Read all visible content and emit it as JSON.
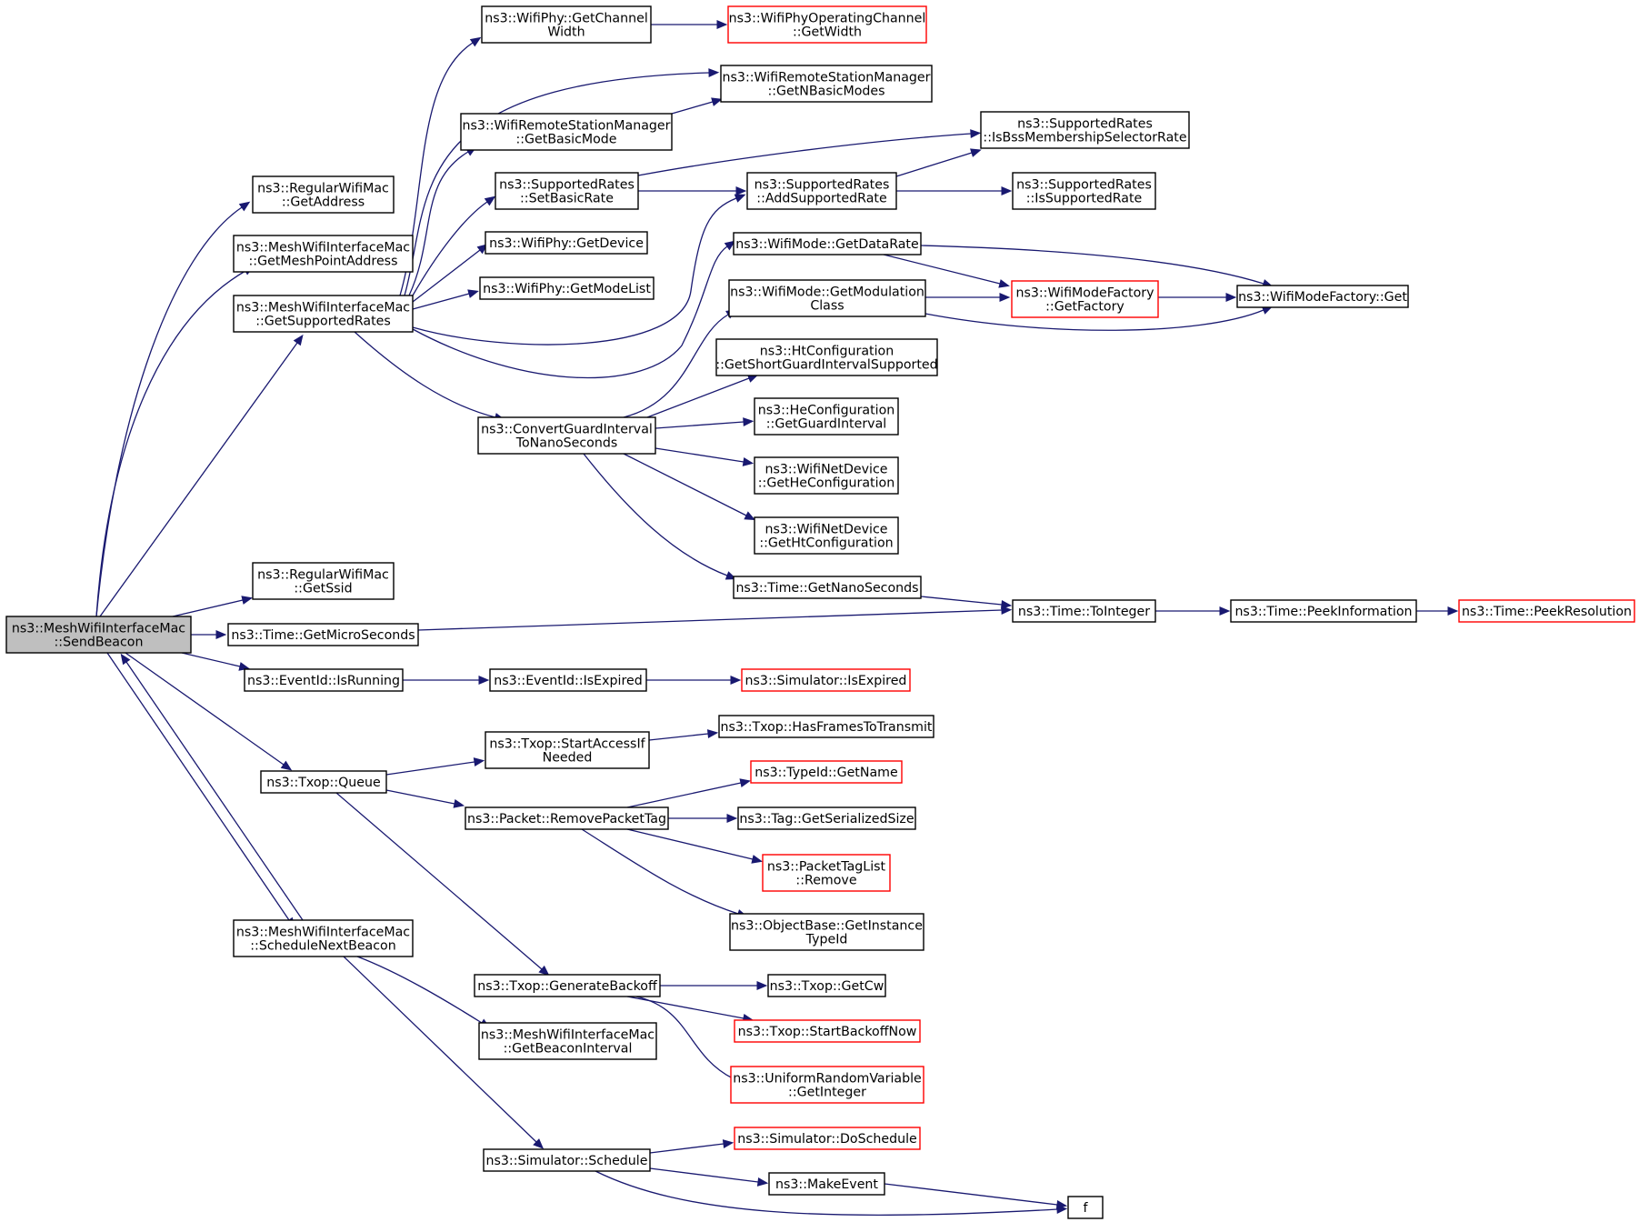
{
  "colors": {
    "edge": "#191970",
    "box_border": "#000000",
    "truncated_border": "#ff0000",
    "focus_fill": "#bfbfbf",
    "box_fill": "#ffffff",
    "background": "#ffffff"
  },
  "nodes": [
    {
      "id": "sendbeacon",
      "lines": [
        "ns3::MeshWifiInterfaceMac",
        "::SendBeacon"
      ],
      "style": "focus"
    },
    {
      "id": "getaddress",
      "lines": [
        "ns3::RegularWifiMac",
        "::GetAddress"
      ],
      "style": "normal"
    },
    {
      "id": "getmeshpoint",
      "lines": [
        "ns3::MeshWifiInterfaceMac",
        "::GetMeshPointAddress"
      ],
      "style": "normal"
    },
    {
      "id": "getsupportedrates",
      "lines": [
        "ns3::MeshWifiInterfaceMac",
        "::GetSupportedRates"
      ],
      "style": "normal"
    },
    {
      "id": "getssid",
      "lines": [
        "ns3::RegularWifiMac",
        "::GetSsid"
      ],
      "style": "normal"
    },
    {
      "id": "getmicro",
      "lines": [
        "ns3::Time::GetMicroSeconds"
      ],
      "style": "normal"
    },
    {
      "id": "isrunning",
      "lines": [
        "ns3::EventId::IsRunning"
      ],
      "style": "normal"
    },
    {
      "id": "queue",
      "lines": [
        "ns3::Txop::Queue"
      ],
      "style": "normal"
    },
    {
      "id": "schedulenext",
      "lines": [
        "ns3::MeshWifiInterfaceMac",
        "::ScheduleNextBeacon"
      ],
      "style": "normal"
    },
    {
      "id": "getchannelwidth",
      "lines": [
        "ns3::WifiPhy::GetChannel",
        "Width"
      ],
      "style": "normal"
    },
    {
      "id": "getbasicmode",
      "lines": [
        "ns3::WifiRemoteStationManager",
        "::GetBasicMode"
      ],
      "style": "normal"
    },
    {
      "id": "setbasicrate",
      "lines": [
        "ns3::SupportedRates",
        "::SetBasicRate"
      ],
      "style": "normal"
    },
    {
      "id": "getdevice",
      "lines": [
        "ns3::WifiPhy::GetDevice"
      ],
      "style": "normal"
    },
    {
      "id": "getmodelist",
      "lines": [
        "ns3::WifiPhy::GetModeList"
      ],
      "style": "normal"
    },
    {
      "id": "convertgi",
      "lines": [
        "ns3::ConvertGuardInterval",
        "ToNanoSeconds"
      ],
      "style": "normal"
    },
    {
      "id": "getwidth",
      "lines": [
        "ns3::WifiPhyOperatingChannel",
        "::GetWidth"
      ],
      "style": "truncated"
    },
    {
      "id": "getnbasic",
      "lines": [
        "ns3::WifiRemoteStationManager",
        "::GetNBasicModes"
      ],
      "style": "normal"
    },
    {
      "id": "addsupported",
      "lines": [
        "ns3::SupportedRates",
        "::AddSupportedRate"
      ],
      "style": "normal"
    },
    {
      "id": "getdatarate",
      "lines": [
        "ns3::WifiMode::GetDataRate"
      ],
      "style": "normal"
    },
    {
      "id": "getmodclass",
      "lines": [
        "ns3::WifiMode::GetModulation",
        "Class"
      ],
      "style": "normal"
    },
    {
      "id": "getshortgi",
      "lines": [
        "ns3::HtConfiguration",
        "::GetShortGuardIntervalSupported"
      ],
      "style": "normal"
    },
    {
      "id": "getgi",
      "lines": [
        "ns3::HeConfiguration",
        "::GetGuardInterval"
      ],
      "style": "normal"
    },
    {
      "id": "gethecfg",
      "lines": [
        "ns3::WifiNetDevice",
        "::GetHeConfiguration"
      ],
      "style": "normal"
    },
    {
      "id": "gethtcfg",
      "lines": [
        "ns3::WifiNetDevice",
        "::GetHtConfiguration"
      ],
      "style": "normal"
    },
    {
      "id": "getnano",
      "lines": [
        "ns3::Time::GetNanoSeconds"
      ],
      "style": "normal"
    },
    {
      "id": "isbssmember",
      "lines": [
        "ns3::SupportedRates",
        "::IsBssMembershipSelectorRate"
      ],
      "style": "normal"
    },
    {
      "id": "issupported",
      "lines": [
        "ns3::SupportedRates",
        "::IsSupportedRate"
      ],
      "style": "normal"
    },
    {
      "id": "getfactory",
      "lines": [
        "ns3::WifiModeFactory",
        "::GetFactory"
      ],
      "style": "truncated"
    },
    {
      "id": "factoryget",
      "lines": [
        "ns3::WifiModeFactory::Get"
      ],
      "style": "normal"
    },
    {
      "id": "tointeger",
      "lines": [
        "ns3::Time::ToInteger"
      ],
      "style": "normal"
    },
    {
      "id": "peekinfo",
      "lines": [
        "ns3::Time::PeekInformation"
      ],
      "style": "normal"
    },
    {
      "id": "peekres",
      "lines": [
        "ns3::Time::PeekResolution"
      ],
      "style": "truncated"
    },
    {
      "id": "isexpired",
      "lines": [
        "ns3::EventId::IsExpired"
      ],
      "style": "normal"
    },
    {
      "id": "simisexpired",
      "lines": [
        "ns3::Simulator::IsExpired"
      ],
      "style": "truncated"
    },
    {
      "id": "startaccess",
      "lines": [
        "ns3::Txop::StartAccessIf",
        "Needed"
      ],
      "style": "normal"
    },
    {
      "id": "hasframes",
      "lines": [
        "ns3::Txop::HasFramesToTransmit"
      ],
      "style": "normal"
    },
    {
      "id": "removetag",
      "lines": [
        "ns3::Packet::RemovePacketTag"
      ],
      "style": "normal"
    },
    {
      "id": "typeidname",
      "lines": [
        "ns3::TypeId::GetName"
      ],
      "style": "truncated"
    },
    {
      "id": "serialsize",
      "lines": [
        "ns3::Tag::GetSerializedSize"
      ],
      "style": "normal"
    },
    {
      "id": "taglistremove",
      "lines": [
        "ns3::PacketTagList",
        "::Remove"
      ],
      "style": "truncated"
    },
    {
      "id": "instancetype",
      "lines": [
        "ns3::ObjectBase::GetInstance",
        "TypeId"
      ],
      "style": "normal"
    },
    {
      "id": "genbackoff",
      "lines": [
        "ns3::Txop::GenerateBackoff"
      ],
      "style": "normal"
    },
    {
      "id": "getcw",
      "lines": [
        "ns3::Txop::GetCw"
      ],
      "style": "normal"
    },
    {
      "id": "startbackoff",
      "lines": [
        "ns3::Txop::StartBackoffNow"
      ],
      "style": "truncated"
    },
    {
      "id": "uniformint",
      "lines": [
        "ns3::UniformRandomVariable",
        "::GetInteger"
      ],
      "style": "truncated"
    },
    {
      "id": "beaconinterval",
      "lines": [
        "ns3::MeshWifiInterfaceMac",
        "::GetBeaconInterval"
      ],
      "style": "normal"
    },
    {
      "id": "simschedule",
      "lines": [
        "ns3::Simulator::Schedule"
      ],
      "style": "normal"
    },
    {
      "id": "doschedule",
      "lines": [
        "ns3::Simulator::DoSchedule"
      ],
      "style": "truncated"
    },
    {
      "id": "makeevent",
      "lines": [
        "ns3::MakeEvent"
      ],
      "style": "normal"
    },
    {
      "id": "f",
      "lines": [
        "f"
      ],
      "style": "normal"
    }
  ],
  "edges": [
    [
      "sendbeacon",
      "getaddress"
    ],
    [
      "sendbeacon",
      "getmeshpoint"
    ],
    [
      "sendbeacon",
      "getsupportedrates"
    ],
    [
      "sendbeacon",
      "getssid"
    ],
    [
      "sendbeacon",
      "getmicro"
    ],
    [
      "sendbeacon",
      "isrunning"
    ],
    [
      "sendbeacon",
      "queue"
    ],
    [
      "sendbeacon",
      "schedulenext"
    ],
    [
      "schedulenext",
      "sendbeacon"
    ],
    [
      "getsupportedrates",
      "getchannelwidth"
    ],
    [
      "getsupportedrates",
      "getnbasic"
    ],
    [
      "getsupportedrates",
      "getbasicmode"
    ],
    [
      "getsupportedrates",
      "setbasicrate"
    ],
    [
      "getsupportedrates",
      "getdevice"
    ],
    [
      "getsupportedrates",
      "getmodelist"
    ],
    [
      "getsupportedrates",
      "addsupported"
    ],
    [
      "getsupportedrates",
      "getdatarate"
    ],
    [
      "getsupportedrates",
      "convertgi"
    ],
    [
      "getchannelwidth",
      "getwidth"
    ],
    [
      "getbasicmode",
      "getnbasic"
    ],
    [
      "setbasicrate",
      "isbssmember"
    ],
    [
      "setbasicrate",
      "addsupported"
    ],
    [
      "addsupported",
      "isbssmember"
    ],
    [
      "addsupported",
      "issupported"
    ],
    [
      "getdatarate",
      "getfactory"
    ],
    [
      "getdatarate",
      "factoryget"
    ],
    [
      "getmodclass",
      "getfactory"
    ],
    [
      "getmodclass",
      "factoryget"
    ],
    [
      "getfactory",
      "factoryget"
    ],
    [
      "convertgi",
      "getmodclass"
    ],
    [
      "convertgi",
      "getshortgi"
    ],
    [
      "convertgi",
      "getgi"
    ],
    [
      "convertgi",
      "gethecfg"
    ],
    [
      "convertgi",
      "gethtcfg"
    ],
    [
      "convertgi",
      "getnano"
    ],
    [
      "getnano",
      "tointeger"
    ],
    [
      "getmicro",
      "tointeger"
    ],
    [
      "tointeger",
      "peekinfo"
    ],
    [
      "peekinfo",
      "peekres"
    ],
    [
      "isrunning",
      "isexpired"
    ],
    [
      "isexpired",
      "simisexpired"
    ],
    [
      "queue",
      "startaccess"
    ],
    [
      "queue",
      "removetag"
    ],
    [
      "queue",
      "genbackoff"
    ],
    [
      "startaccess",
      "hasframes"
    ],
    [
      "removetag",
      "typeidname"
    ],
    [
      "removetag",
      "serialsize"
    ],
    [
      "removetag",
      "taglistremove"
    ],
    [
      "removetag",
      "instancetype"
    ],
    [
      "genbackoff",
      "getcw"
    ],
    [
      "genbackoff",
      "startbackoff"
    ],
    [
      "genbackoff",
      "uniformint"
    ],
    [
      "schedulenext",
      "beaconinterval"
    ],
    [
      "schedulenext",
      "simschedule"
    ],
    [
      "simschedule",
      "doschedule"
    ],
    [
      "simschedule",
      "makeevent"
    ],
    [
      "simschedule",
      "f"
    ],
    [
      "makeevent",
      "f"
    ]
  ]
}
